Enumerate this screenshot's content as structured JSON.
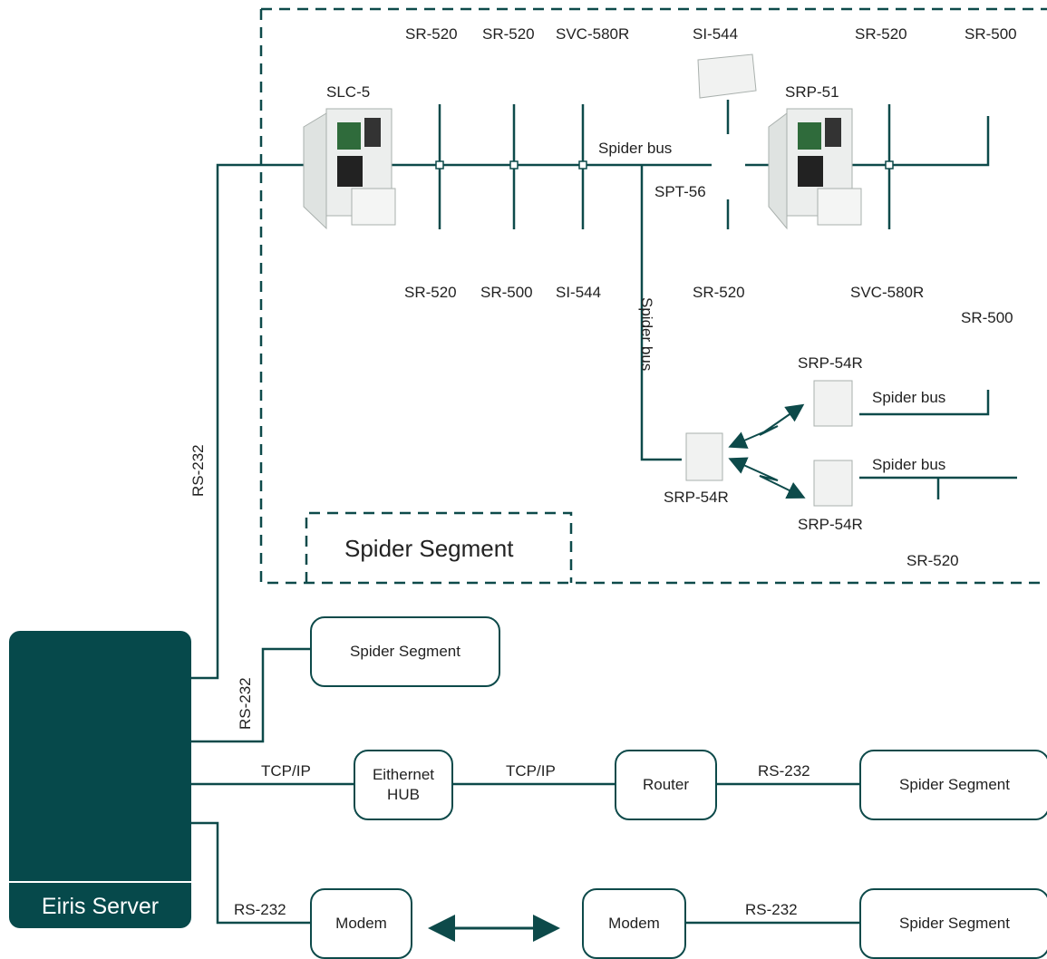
{
  "server": {
    "label": "Eiris Server"
  },
  "spider_segment_main": {
    "title": "Spider Segment",
    "slc": "SLC-5",
    "srp51": "SRP-51",
    "spt": "SPT-56",
    "top_labels": [
      "SR-520",
      "SR-520",
      "SVC-580R",
      "SI-544",
      "SR-520",
      "SR-500"
    ],
    "bottom_labels": [
      "SR-520",
      "SR-500",
      "SI-544",
      "SR-520",
      "SVC-580R",
      "SR-500"
    ],
    "bus_main": "Spider bus",
    "bus_vertical": "Spider bus",
    "bus_upper": "Spider bus",
    "bus_lower": "Spider bus",
    "srp54_upper": "SRP-54R",
    "srp54_center": "SRP-54R",
    "srp54_lower": "SRP-54R",
    "sr520_bottom": "SR-520"
  },
  "links": {
    "rs232_main": "RS-232",
    "rs232_segment": "RS-232",
    "tcpip_1": "TCP/IP",
    "tcpip_2": "TCP/IP",
    "rs232_router": "RS-232",
    "rs232_modem_left": "RS-232",
    "rs232_modem_right": "RS-232"
  },
  "boxes": {
    "spider_segment_1": "Spider Segment",
    "ethernet_hub_line1": "Eithernet",
    "ethernet_hub_line2": "HUB",
    "router": "Router",
    "spider_segment_2": "Spider Segment",
    "modem_left": "Modem",
    "modem_right": "Modem",
    "spider_segment_3": "Spider Segment"
  },
  "colors": {
    "line": "#0d4a4a",
    "server": "#06494b",
    "panel": "#e9ecea"
  }
}
